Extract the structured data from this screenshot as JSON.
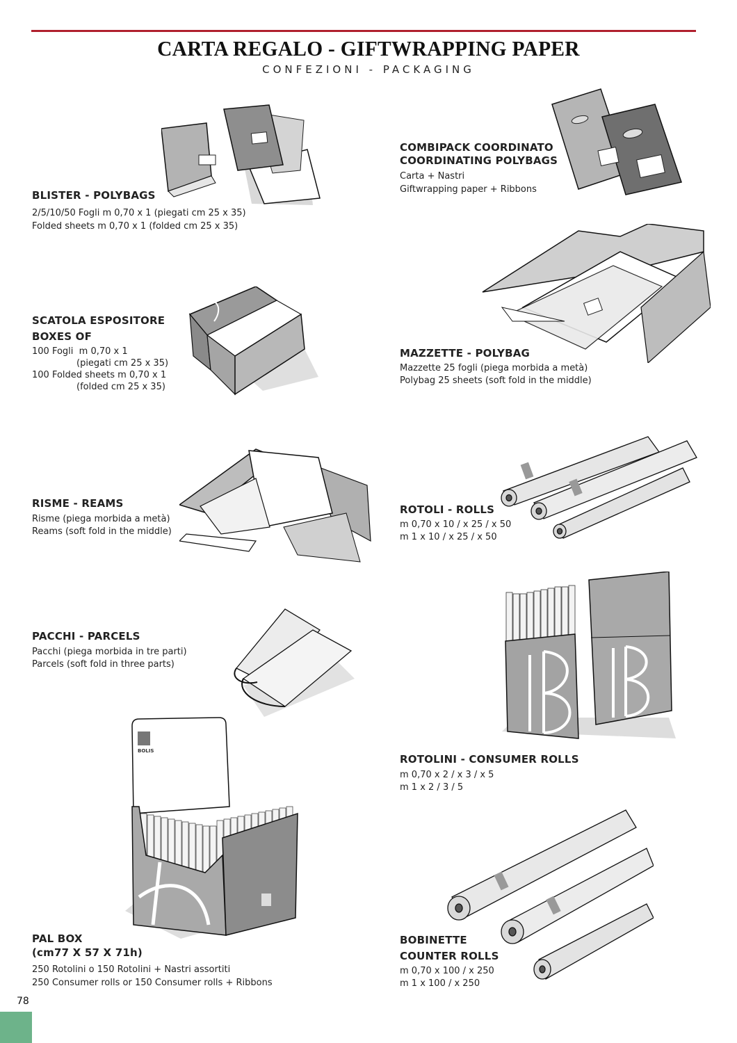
{
  "header": {
    "title": "CARTA REGALO - GIFTWRAPPING PAPER",
    "subtitle": "CONFEZIONI - PACKAGING"
  },
  "colors": {
    "rule": "#b0202e",
    "tab": "#6db38a"
  },
  "sections": {
    "blister": {
      "title": "BLISTER - POLYBAGS",
      "lines": [
        "2/5/10/50 Fogli m 0,70 x 1 (piegati cm 25 x 35)",
        "Folded sheets m 0,70 x 1 (folded cm 25 x 35)"
      ]
    },
    "combipack": {
      "title_1": "COMBIPACK COORDINATO",
      "title_2": "COORDINATING POLYBAGS",
      "lines": [
        "Carta + Nastri",
        "Giftwrapping paper + Ribbons"
      ]
    },
    "scatola": {
      "title_1": "SCATOLA ESPOSITORE",
      "title_2": "BOXES OF",
      "lines": [
        "100 Fogli  m 0,70 x 1",
        "(piegati cm 25 x 35)",
        "100 Folded sheets m 0,70 x 1",
        "(folded cm 25 x 35)"
      ]
    },
    "mazzette": {
      "title": "MAZZETTE - POLYBAG",
      "lines": [
        "Mazzette 25 fogli (piega morbida a metà)",
        "Polybag 25 sheets (soft fold in the middle)"
      ]
    },
    "risme": {
      "title": "RISME - REAMS",
      "lines": [
        "Risme (piega morbida a metà)",
        "Reams (soft fold in the middle)"
      ]
    },
    "rotoli": {
      "title": "ROTOLI - ROLLS",
      "lines": [
        "m 0,70 x 10 / x 25 / x 50",
        "m 1 x 10 / x 25 / x 50"
      ]
    },
    "pacchi": {
      "title": "PACCHI - PARCELS",
      "lines": [
        "Pacchi (piega morbida in tre parti)",
        "Parcels (soft fold in three parts)"
      ]
    },
    "rotolini": {
      "title": "ROTOLINI - CONSUMER ROLLS",
      "lines": [
        "m 0,70 x 2 / x 3 / x 5",
        "m 1 x 2 / 3 / 5"
      ]
    },
    "palbox": {
      "title_1": "PAL BOX",
      "title_2": "(cm77 X 57 X 71h)",
      "lines": [
        "250 Rotolini o 150 Rotolini + Nastri assortiti",
        "250 Consumer rolls or 150 Consumer rolls + Ribbons"
      ],
      "logo": "BOLIS"
    },
    "bobinette": {
      "title_1": "BOBINETTE",
      "title_2": "COUNTER ROLLS",
      "lines": [
        "m 0,70 x 100 / x 250",
        "m 1 x 100 / x 250"
      ]
    }
  },
  "footer": {
    "page_number": "78"
  }
}
